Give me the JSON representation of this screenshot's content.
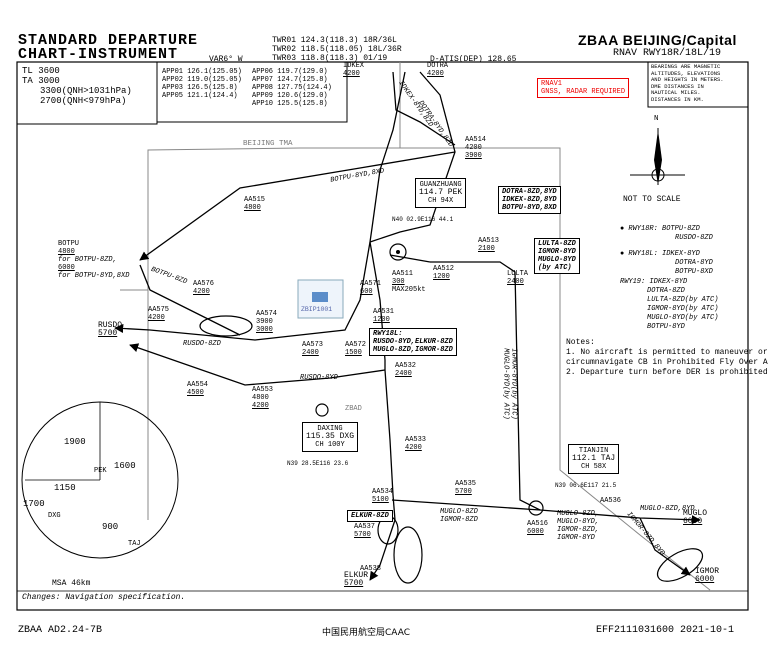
{
  "header": {
    "title_line1": "STANDARD DEPARTURE",
    "title_line2": "CHART-INSTRUMENT",
    "variation": "VAR6° W",
    "towers": [
      "TWR01  124.3(118.3)  18R/36L",
      "TWR02  118.5(118.05) 18L/36R",
      "TWR03  118.8(118.3)  01/19"
    ],
    "atis": "D-ATIS(DEP) 128.65",
    "airport": "ZBAA BEIJING/Capital",
    "rnav": "RNAV  RWY18R/18L/19",
    "bearing_note": [
      "BEARINGS ARE MAGNETIC",
      "ALTITUDES, ELEVATIONS",
      "AND HEIGHTS IN METERS.",
      "DME DISTANCES IN",
      "NAUTICAL MILES.",
      "DISTANCES IN KM."
    ]
  },
  "transition": {
    "tl": "TL  3600",
    "ta": "TA  3000",
    "qnh1": "3300(QNH>1031hPa)",
    "qnh2": "2700(QNH<979hPa)"
  },
  "approach_freqs": [
    "APP01 126.1(125.05)",
    "APP02 119.0(125.05)",
    "APP03 126.5(125.8)",
    "APP05 121.1(124.4)"
  ],
  "approach_freqs2": [
    "APP06 119.7(129.0)",
    "APP07 124.7(125.8)",
    "APP08 127.75(124.4)",
    "APP09 120.6(129.0)",
    "APP10  125.5(125.8)"
  ],
  "rnav_note": [
    "RNAV1",
    "GNSS, RADAR REQUIRED"
  ],
  "not_to_scale": "NOT TO SCALE",
  "north": "N",
  "tma": "BEIJING TMA",
  "waypoints": {
    "idkex": {
      "name": "IDKEX",
      "alt": "4200"
    },
    "dotra": {
      "name": "DOTRA",
      "alt": "4200"
    },
    "aa514": {
      "name": "AA514",
      "alt1": "4200",
      "alt2": "3900"
    },
    "aa515": {
      "name": "AA515",
      "alt": "4800"
    },
    "botpu": {
      "name": "BOTPU",
      "alt": "4800",
      "l1": "for BOTPU-8ZD,",
      "l2": "6000",
      "l3": "for BOTPU-8YD,8XD"
    },
    "aa513": {
      "name": "AA513",
      "alt": "2100"
    },
    "lulta": {
      "name": "LULTA",
      "alt": "2400"
    },
    "aa512": {
      "name": "AA512",
      "alt": "1200"
    },
    "aa511": {
      "name": "AA511",
      "alt1": "300",
      "alt2": "MAX205kt"
    },
    "aa571": {
      "name": "AA571",
      "alt": "600"
    },
    "aa576": {
      "name": "AA576",
      "alt": "4200"
    },
    "aa575": {
      "name": "AA575",
      "alt": "4200"
    },
    "rusdo": {
      "name": "RUSDO",
      "alt": "5700"
    },
    "aa574": {
      "name": "AA574",
      "alt1": "3900",
      "alt2": "3000"
    },
    "aa573": {
      "name": "AA573",
      "alt": "2400"
    },
    "aa572": {
      "name": "AA572",
      "alt": "1500"
    },
    "aa531": {
      "name": "AA531",
      "alt": "1200"
    },
    "aa532": {
      "name": "AA532",
      "alt": "2400"
    },
    "aa553": {
      "name": "AA553",
      "alt1": "4800",
      "alt2": "4200"
    },
    "aa554": {
      "name": "AA554",
      "alt": "4500"
    },
    "aa533": {
      "name": "AA533",
      "alt": "4200"
    },
    "aa534": {
      "name": "AA534",
      "alt": "5100"
    },
    "aa535": {
      "name": "AA535",
      "alt": "5700"
    },
    "aa537": {
      "name": "AA537",
      "alt": "5700"
    },
    "aa538": {
      "name": "AA538",
      "alt": ""
    },
    "elkur": {
      "name": "ELKUR",
      "alt": "5700"
    },
    "aa516": {
      "name": "AA516",
      "alt": "6000"
    },
    "aa536": {
      "name": "AA536",
      "alt": ""
    },
    "muglo": {
      "name": "MUGLO",
      "alt": "6000"
    },
    "igmor": {
      "name": "IGMOR",
      "alt": "6000"
    }
  },
  "pek": {
    "name": "GUANZHUANG",
    "freq": "114.7 PEK",
    "ch": "CH 94X",
    "coord": "N40 02.9E116 44.1"
  },
  "dxg": {
    "name": "DAXING",
    "freq": "115.35 DXG",
    "ch": "CH 100Y",
    "coord": "N39 28.5E116 23.6"
  },
  "taj": {
    "name": "TIANJIN",
    "freq": "112.1 TAJ",
    "ch": "CH 58X",
    "coord": "N39 06.6E117 21.5"
  },
  "zbad": "ZBAD",
  "zbip": "ZBIP1001",
  "route_boxes": {
    "dotra_box": [
      "DOTRA-8ZD,8YD",
      "IDKEX-8ZD,8YD",
      "BOTPU-8YD,8XD"
    ],
    "lulta_box": [
      "LULTA-8ZD",
      "IGMOR-8YD",
      "MUGLO-8YD",
      "(by ATC)"
    ],
    "rwy18l_box": [
      "RWY18L:",
      "RUSDO-8YD,ELKUR-8ZD",
      "MUGLO-8ZD,IGMOR-8ZD"
    ],
    "elkur_box": "ELKUR-8ZD"
  },
  "legend": {
    "a_rwy": "RWY18R:",
    "a_routes": [
      "BOTPU-8ZD",
      "RUSDO-8ZD"
    ],
    "b_rwy": "RWY18L:",
    "b_routes": [
      "IDKEX-8YD",
      "DOTRA-8YD",
      "BOTPU-8XD"
    ],
    "c_rwy": "RWY19:",
    "c_routes": [
      "IDKEX-8YD",
      "DOTRA-8ZD",
      "LULTA-8ZD(by ATC)",
      "IGMOR-8YD(by ATC)",
      "MUGLO-8YD(by ATC)",
      "BOTPU-8YD"
    ]
  },
  "notes": {
    "title": "Notes:",
    "n1": "1.  No aircraft is permitted to maneuver or",
    "n1b": "circumnavigate CB in Prohibited Fly Over Area.",
    "n2": "2. Departure turn before DER is prohibited."
  },
  "msa": {
    "pek": "PEK",
    "dxg": "DXG",
    "taj": "TAJ",
    "v1900": "1900",
    "v1600": "1600",
    "v1150": "1150",
    "v1700": "1700",
    "v900": "900",
    "label": "MSA 46km"
  },
  "changes": "Changes: Navigation specification.",
  "footer": {
    "left": "ZBAA AD2.24-7B",
    "center": "中国民用航空局CAAC",
    "right": "EFF2111031600  2021-10-1"
  },
  "route_labels": {
    "r_botpu_8yd": "BOTPU-8YD,8XD",
    "r_botpu_8zd": "BOTPU-8ZD",
    "r_rusdo_8zd": "RUSDO-8ZD",
    "r_rusdo_8yd": "RUSDO-8YD",
    "r_idkex_8yd": "IDKEX-8YD,8ZD",
    "r_dotra_8yd": "DOTRA-8YD,8ZD",
    "r_igmor_muglo": "IGMOR-8YD(by ATC)",
    "r_muglo_8yd": "MUGLO-8YD(by ATC)",
    "r_muglo_igmor_8zd": "MUGLO-8ZD\nIGMOR-8ZD",
    "r_muglo_list": "MUGLO-8ZD,\nMUGLO-8YD,\nIGMOR-8ZD,\nIGMOR-8YD",
    "r_muglo_8zd": "MUGLO-8ZD,8YD",
    "r_igmor": "IGMOR-8ZD,8YD"
  }
}
